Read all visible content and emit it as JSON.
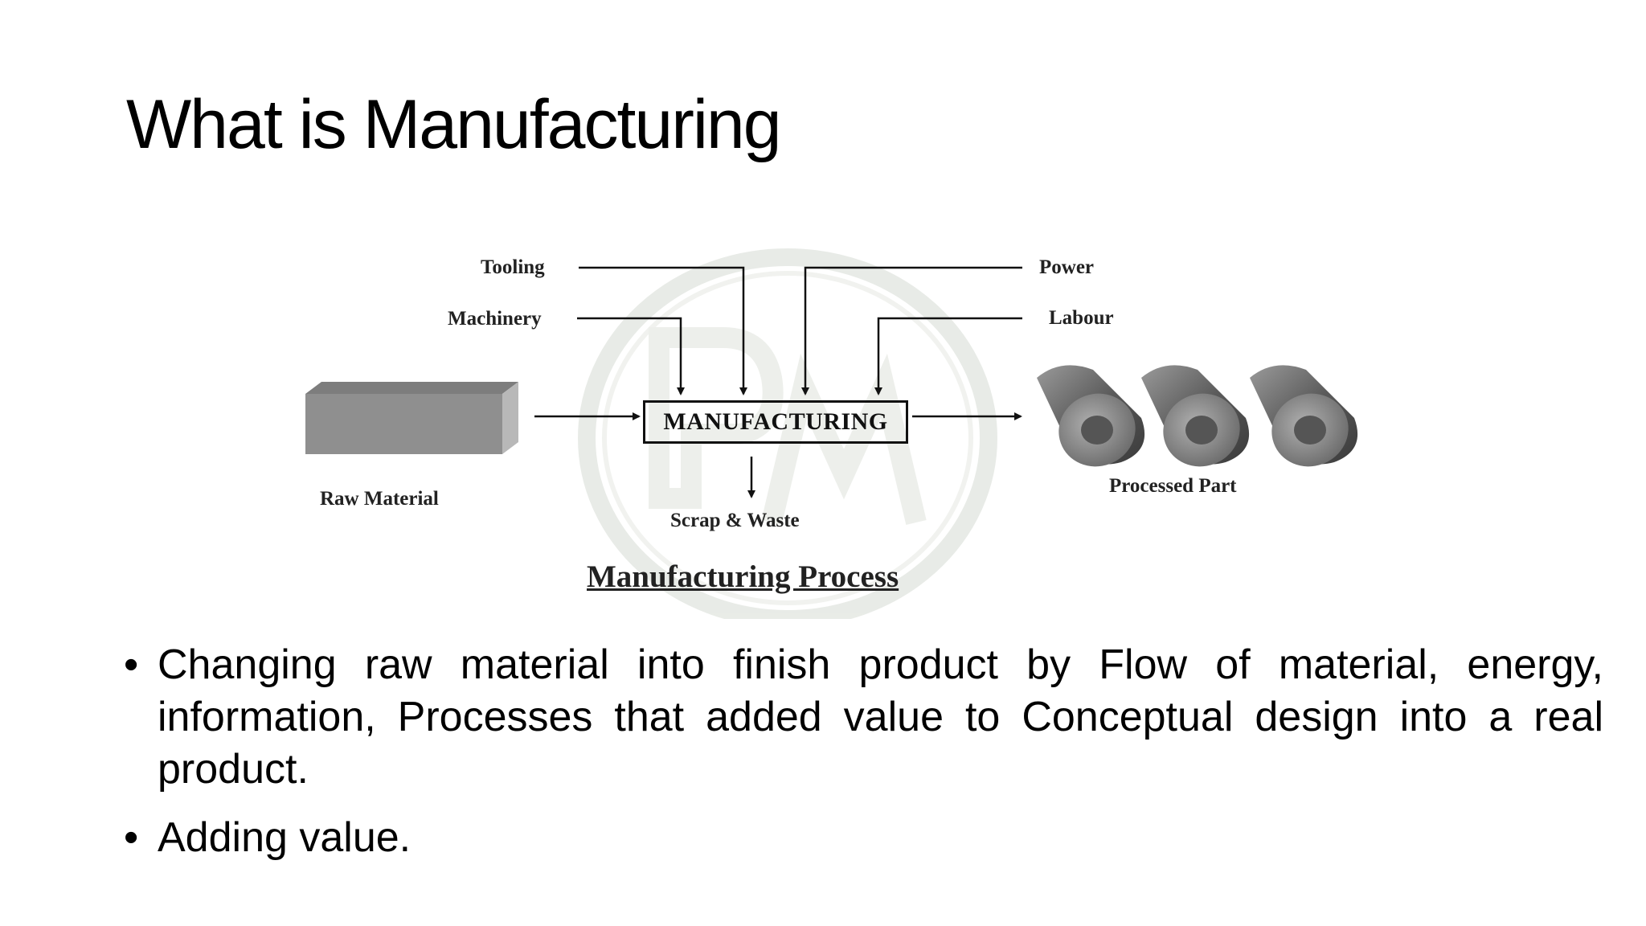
{
  "slide": {
    "title": "What is Manufacturing"
  },
  "diagram": {
    "inputs": {
      "tooling": "Tooling",
      "machinery": "Machinery",
      "power": "Power",
      "labour": "Labour"
    },
    "center_label": "MANUFACTURING",
    "raw_material": "Raw Material",
    "scrap": "Scrap & Waste",
    "processed_part": "Processed Part",
    "caption": "Manufacturing Process"
  },
  "bullets": [
    {
      "marker": "•",
      "text": "Changing raw material into finish product by Flow of material, energy, information, Processes that added value to Conceptual design into a real product."
    },
    {
      "marker": "•",
      "text": "Adding value."
    }
  ],
  "colors": {
    "text": "#000000",
    "diagram_line": "#111111",
    "watermark": "#dfe3dc",
    "box_face": "#8a8a8a"
  }
}
